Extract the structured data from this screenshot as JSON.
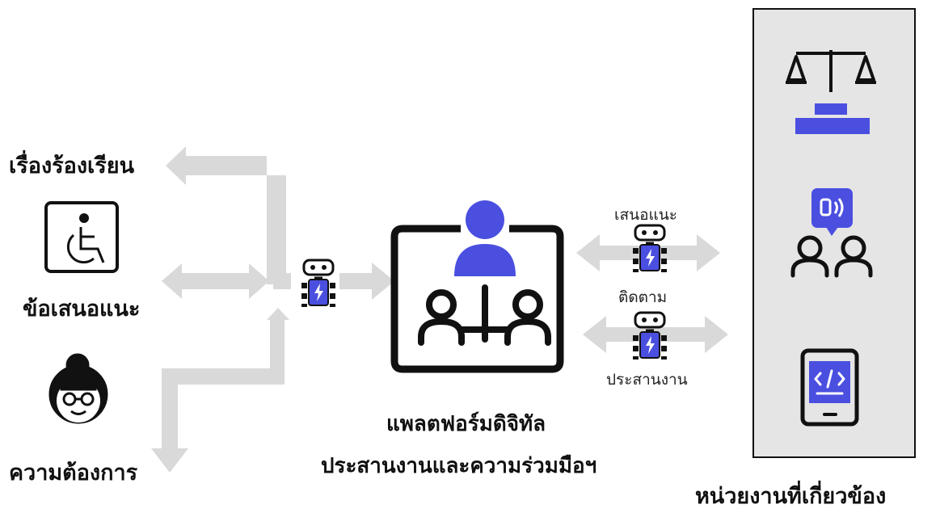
{
  "left": {
    "complaint_label": "เรื่องร้องเรียน",
    "suggestion_label": "ข้อเสนอแนะ",
    "needs_label": "ความต้องการ",
    "icons": [
      "wheelchair-accessibility-icon",
      "elderly-person-icon"
    ]
  },
  "center": {
    "title_line1": "แพลตฟอร์มดิจิทัล",
    "title_line2": "ประสานงานและความร่วมมือฯ",
    "icon": "team-platform-icon"
  },
  "links": {
    "suggest_label": "เสนอแนะ",
    "follow_label": "ติดตาม",
    "coordinate_label": "ประสานงาน",
    "robot_icon": "robot-icon"
  },
  "right": {
    "panel_label": "หน่วยงานที่เกี่ยวข้อง",
    "icons": [
      "justice-scales-icon",
      "support-team-icon",
      "mobile-code-icon"
    ]
  },
  "colors": {
    "accent": "#4A4FE0",
    "arrow": "#D9D9D9",
    "panel": "#E5E5E5",
    "ink": "#111111"
  }
}
